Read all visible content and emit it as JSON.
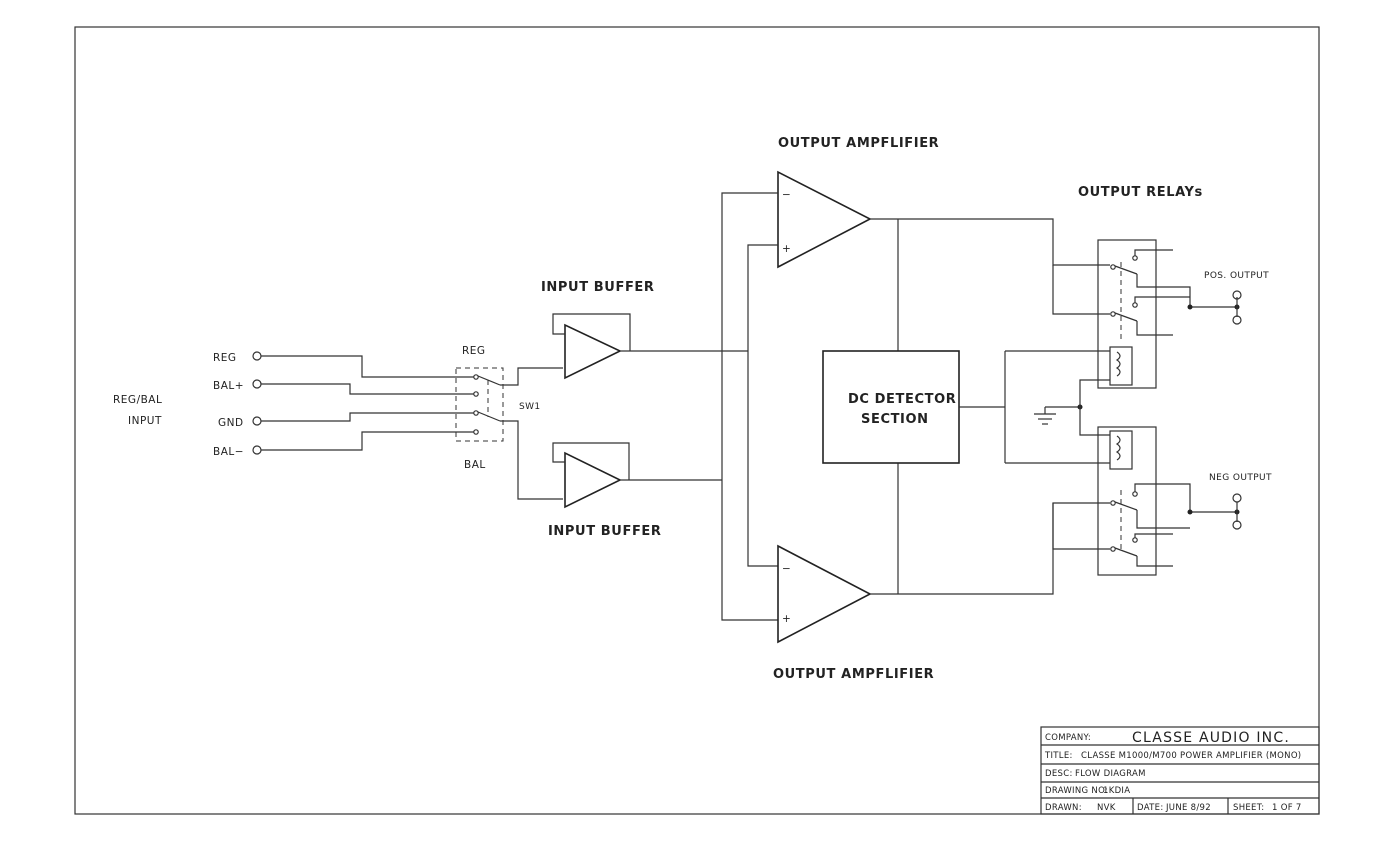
{
  "diagram": {
    "input_label_line1": "REG/BAL",
    "input_label_line2": "INPUT",
    "terminals": [
      "REG",
      "BAL+",
      "GND",
      "BAL−"
    ],
    "switch": {
      "top_label": "REG",
      "bottom_label": "BAL",
      "name": "SW1"
    },
    "input_buffer_top": "INPUT BUFFER",
    "input_buffer_bottom": "INPUT BUFFER",
    "output_amp_top": "OUTPUT AMPFLIFIER",
    "output_amp_bottom": "OUTPUT AMPFLIFIER",
    "dc_detector_line1": "DC DETECTOR",
    "dc_detector_line2": "SECTION",
    "output_relays": "OUTPUT RELAYs",
    "pos_output": "POS. OUTPUT",
    "neg_output": "NEG OUTPUT",
    "opamp_minus": "−",
    "opamp_plus": "+"
  },
  "title_block": {
    "company_label": "COMPANY:",
    "company_value": "CLASSE AUDIO INC.",
    "title_label": "TITLE:",
    "title_value": "CLASSE M1000/M700 POWER AMPLIFIER (MONO)",
    "desc_label": "DESC:",
    "desc_value": "FLOW DIAGRAM",
    "drawing_no_label": "DRAWING NO:",
    "drawing_no_value": "1KDIA",
    "drawn_label": "DRAWN:",
    "drawn_value": "NVK",
    "date_label": "DATE:",
    "date_value": "JUNE 8/92",
    "sheet_label": "SHEET:",
    "sheet_value": "1 OF 7"
  }
}
